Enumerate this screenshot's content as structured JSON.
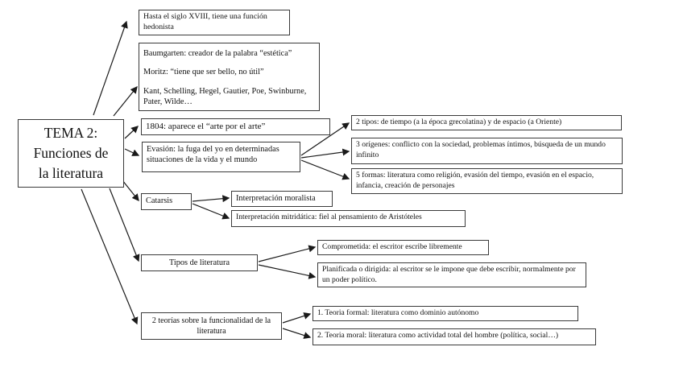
{
  "diagram": {
    "title": "TEMA 2: Funciones de la literatura",
    "colors": {
      "background": "#ffffff",
      "border": "#3a3a3a",
      "text": "#111111",
      "arrow": "#1a1a1a"
    },
    "nodes": {
      "main": {
        "line1": "TEMA 2:",
        "line2": "Funciones de",
        "line3": "la literatura"
      },
      "hedonista": {
        "text": "Hasta el siglo XVIII, tiene una función hedonista"
      },
      "baumgarten": {
        "line1": "Baumgarten:  creador de la palabra “estética”",
        "line2": "Moritz: “tiene que ser bello, no útil”",
        "line3": "Kant, Schelling, Hegel, Gautier, Poe, Swinburne, Pater, Wilde…"
      },
      "arte1804": {
        "text": "1804: aparece el “arte por el arte”"
      },
      "evasion": {
        "text": "Evasión:  la fuga del yo en determinadas situaciones de la vida y el mundo"
      },
      "tipos2": {
        "text": "2 tipos: de tiempo (a la época grecolatina) y de espacio (a Oriente)"
      },
      "origenes3": {
        "text": "3 orígenes: conflicto con la sociedad, problemas íntimos, búsqueda de un mundo infinito"
      },
      "formas5": {
        "text": "5 formas: literatura como religión, evasión del tiempo, evasión en el espacio, infancia, creación de personajes"
      },
      "catarsis": {
        "text": "Catarsis"
      },
      "moralista": {
        "text": "Interpretación moralista"
      },
      "mitridatica": {
        "text": "Interpretación mitridática: fiel al pensamiento de Aristóteles"
      },
      "tiposlit": {
        "text": "Tipos de literatura"
      },
      "comprometida": {
        "text": "Comprometida: el escritor escribe libremente"
      },
      "planificada": {
        "text": "Planificada o dirigida: al escritor se le impone que debe escribir, normalmente por un poder político."
      },
      "teorias2": {
        "text": "2 teorías sobre la funcionalidad de la literatura"
      },
      "formal": {
        "text": "1. Teoria formal: literatura como dominio autónomo"
      },
      "moral": {
        "text": "2. Teoria moral: literatura como actividad total del hombre (política, social…)"
      }
    },
    "edges": [
      {
        "from": "main",
        "to": "hedonista"
      },
      {
        "from": "main",
        "to": "baumgarten"
      },
      {
        "from": "main",
        "to": "arte1804"
      },
      {
        "from": "main",
        "to": "evasion"
      },
      {
        "from": "main",
        "to": "catarsis"
      },
      {
        "from": "main",
        "to": "tiposlit"
      },
      {
        "from": "main",
        "to": "teorias2"
      },
      {
        "from": "evasion",
        "to": "tipos2"
      },
      {
        "from": "evasion",
        "to": "origenes3"
      },
      {
        "from": "evasion",
        "to": "formas5"
      },
      {
        "from": "catarsis",
        "to": "moralista"
      },
      {
        "from": "catarsis",
        "to": "mitridatica"
      },
      {
        "from": "tiposlit",
        "to": "comprometida"
      },
      {
        "from": "tiposlit",
        "to": "planificada"
      },
      {
        "from": "teorias2",
        "to": "formal"
      },
      {
        "from": "teorias2",
        "to": "moral"
      }
    ]
  }
}
